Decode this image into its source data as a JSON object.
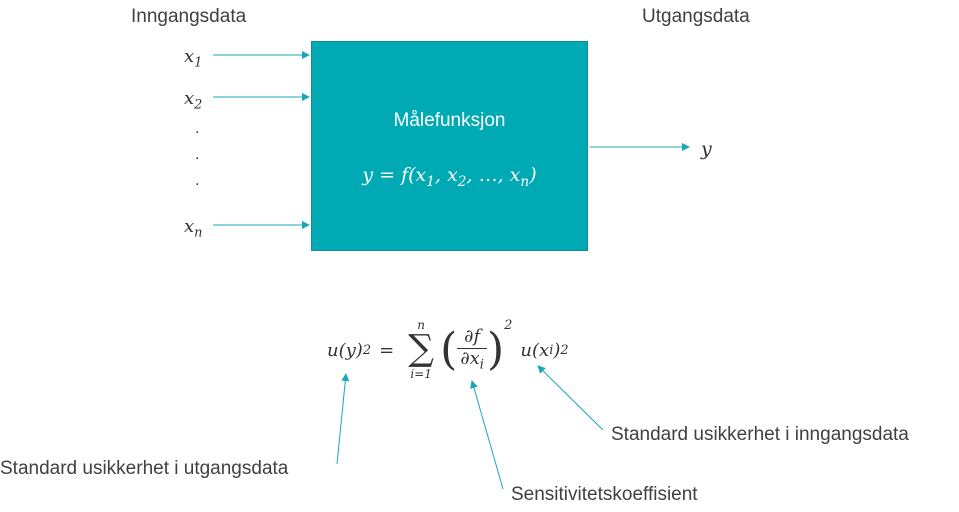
{
  "headers": {
    "inputs": "Inngangsdata",
    "outputs": "Utgangsdata"
  },
  "inputs": {
    "x1": {
      "base": "x",
      "sub": "1"
    },
    "x2": {
      "base": "x",
      "sub": "2"
    },
    "dots": ".",
    "xn": {
      "base": "x",
      "sub": "n"
    }
  },
  "box": {
    "title": "Målefunksjon",
    "formula_lhs": "y = f(",
    "formula_x": "x",
    "s1": "1",
    "s2": "2",
    "s3": "n",
    "sep": ",",
    "ellipsis": "…",
    "close": ")"
  },
  "output": {
    "y": "y"
  },
  "equation": {
    "u": "u(y)",
    "sq": "2",
    "eq": "=",
    "sum_top": "n",
    "sum_sym": "∑",
    "sum_bot": "i=1",
    "lparen": "(",
    "num": "∂f",
    "den_base": "∂x",
    "den_sub": "i",
    "rparen": ")",
    "sq2": "2",
    "u2": "u(x",
    "u2_sub": "i",
    "u2_close": ")",
    "sq3": "2"
  },
  "annotations": {
    "output_uncertainty": "Standard usikkerhet i utgangsdata",
    "sensitivity": "Sensitivitetskoeffisient",
    "input_uncertainty": "Standard usikkerhet i inngangsdata"
  },
  "colors": {
    "accent": "#00aab4",
    "arrow": "#1aa8b8"
  }
}
